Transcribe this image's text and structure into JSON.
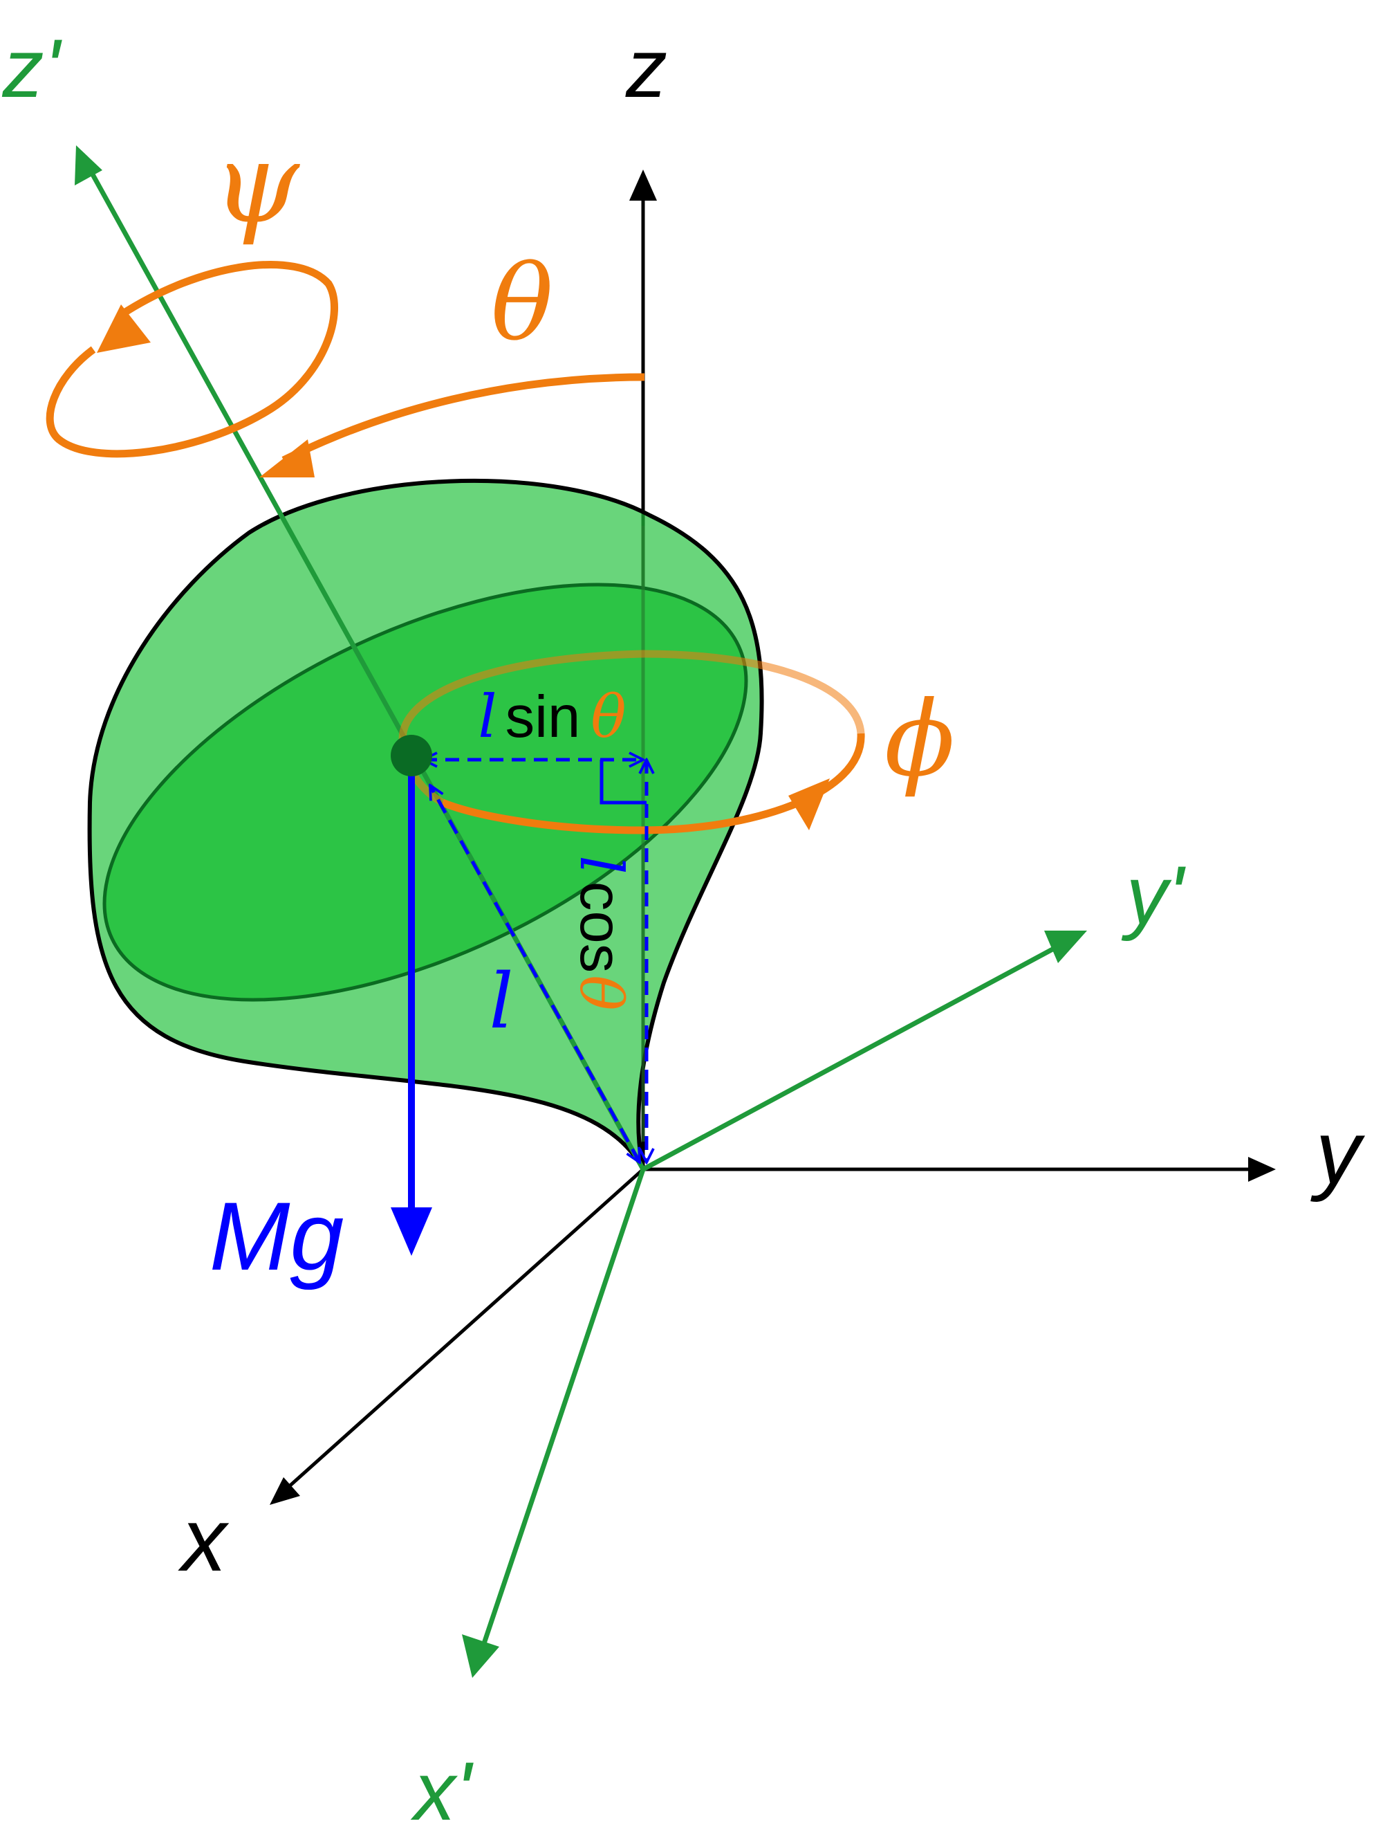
{
  "colors": {
    "axis_black": "#000000",
    "axis_green": "#1f9a3a",
    "body_fill": "#22c13c",
    "body_edge": "#000000",
    "angle_orange": "#f07c0e",
    "vector_blue": "#0000ff",
    "center_of_mass": "#0a6b24"
  },
  "axes": {
    "z": "z",
    "y": "y",
    "x": "x",
    "z_prime": "z'",
    "y_prime": "y'",
    "x_prime": "x'"
  },
  "angles": {
    "psi": "ψ",
    "theta": "θ",
    "phi": "ϕ"
  },
  "vectors": {
    "weight": "Mg",
    "length": "l",
    "sin_l": "l",
    "sin_fn": "sin",
    "sin_theta": "θ",
    "cos_l": "l",
    "cos_fn": "cos",
    "cos_theta": "θ"
  }
}
